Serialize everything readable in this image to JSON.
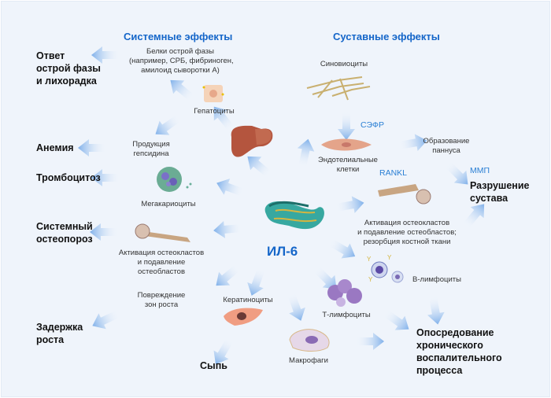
{
  "diagram": {
    "center_label": "ИЛ-6",
    "sections": {
      "systemic_title": "Системные эффекты",
      "joint_title": "Суставные эффекты"
    },
    "systemic": {
      "acute_phase_proteins": [
        "Белки острой фазы",
        "(например, СРБ, фибриноген,",
        "амилоид сыворотки А)"
      ],
      "hepatocytes": "Гепатоциты",
      "hepcidin": [
        "Продукция",
        "гепсидина"
      ],
      "megakaryocytes": "Мегакариоциты",
      "osteoclast_activation": [
        "Активация остеокластов",
        "и подавление",
        "остеобластов"
      ],
      "growth_zone_damage": [
        "Повреждение",
        "зон роста"
      ],
      "keratinocytes": "Кератиноциты"
    },
    "outcomes_left": {
      "acute_phase": [
        "Ответ",
        "острой фазы",
        "и лихорадка"
      ],
      "anemia": "Анемия",
      "thrombocytosis": "Тромбоцитоз",
      "osteoporosis": [
        "Системный",
        "остеопороз"
      ],
      "growth_delay": [
        "Задержка",
        "роста"
      ],
      "rash": "Сыпь"
    },
    "joint": {
      "synoviocytes": "Синовиоциты",
      "vegf": "СЭФР",
      "endothelial": [
        "Эндотелиальные",
        "клетки"
      ],
      "pannus": [
        "Образование",
        "паннуса"
      ],
      "rankl": "RANKL",
      "mmp": "ММП",
      "joint_destruction": [
        "Разрушение",
        "сустава"
      ],
      "bone_resorption": [
        "Активация остеокластов",
        "и подавление остеобластов;",
        "резорбция костной ткани"
      ],
      "b_lymphocytes": "В-лимфоциты",
      "t_lymphocytes": "Т-лимфоциты",
      "macrophages": "Макрофаги",
      "chronic_inflammation": [
        "Опосредование",
        "хронического",
        "воспалительного",
        "процесса"
      ]
    },
    "colors": {
      "title_blue": "#1566c9",
      "mediator_blue": "#2a7fd4",
      "arrow_blue": "#8fbbec",
      "background": "#eff4fb"
    }
  }
}
